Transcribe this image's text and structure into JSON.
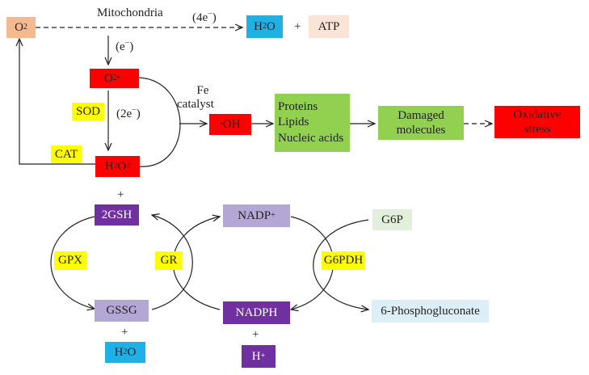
{
  "colors": {
    "orange_light": "#f4b98e",
    "peach": "#fbe4d5",
    "blue": "#1fb0e6",
    "red": "#ff0000",
    "green": "#92d050",
    "yellow": "#ffff00",
    "purple_light": "#b4a7d6",
    "purple_dark": "#7030a0",
    "green_light": "#e2efda",
    "blue_light": "#dceef6"
  },
  "top": {
    "o2": "O",
    "o2_sub": "2",
    "mitochondria": "Mitochondria",
    "four_e": "(4e",
    "four_e_sup": "−",
    "four_e_close": ")",
    "h2o_main": "H",
    "h2o_sub": "2",
    "h2o_tail": "O",
    "plus": "+",
    "atp": "ATP",
    "one_e": "(e",
    "one_e_sup": "−",
    "one_e_close": ")",
    "superoxide": "O",
    "superoxide_sub": "2",
    "superoxide_sup": "•−",
    "sod": "SOD",
    "two_e": "(2e",
    "two_e_sup": "−",
    "two_e_close": ")",
    "cat": "CAT",
    "h2o2_a": "H",
    "h2o2_s1": "2",
    "h2o2_b": "O",
    "h2o2_s2": "2",
    "fe_catalyst_1": "Fe",
    "fe_catalyst_2": "catalyst",
    "hydroxyl_sup": "•",
    "hydroxyl": "OH",
    "targets": [
      "Proteins",
      "Lipids",
      "Nucleic acids"
    ],
    "damaged": [
      "Damaged",
      "molecules"
    ],
    "oxidative": [
      "Oxidative",
      "stress"
    ]
  },
  "bottom": {
    "plus1": "+",
    "gsh": "2GSH",
    "gpx": "GPX",
    "gssg": "GSSG",
    "plus2": "+",
    "h2o_main": "H",
    "h2o_sub": "2",
    "h2o_tail": "O",
    "gr": "GR",
    "nadp": "NADP",
    "nadp_sup": "+",
    "nadph": "NADPH",
    "plus3": "+",
    "h": "H",
    "h_sup": "+",
    "g6pdh": "G6PDH",
    "g6p": "G6P",
    "phosphogluconate": "6-Phosphogluconate"
  }
}
